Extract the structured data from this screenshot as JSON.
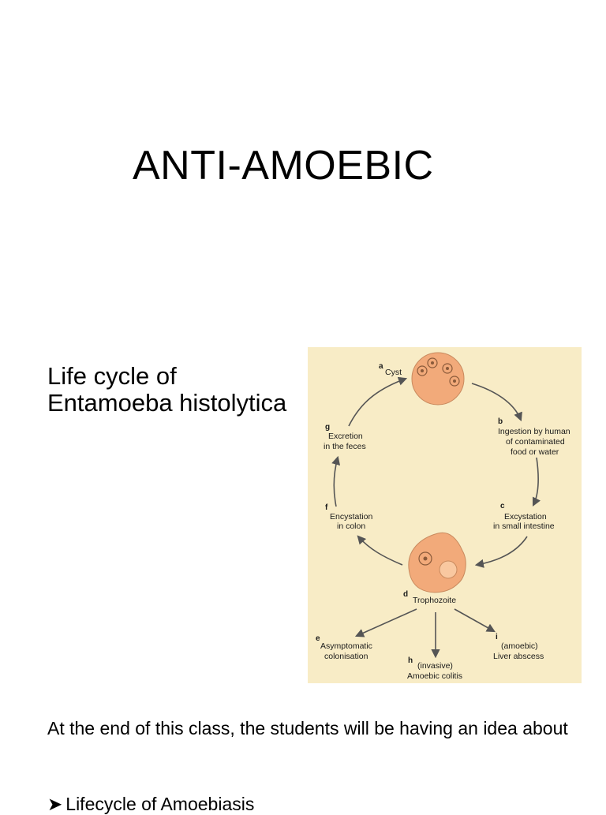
{
  "title": "ANTI-AMOEBIC",
  "subtitle": {
    "line1": "Life cycle of",
    "line2": "Entamoeba histolytica"
  },
  "diagram": {
    "background": "#f8ecc6",
    "cell_color": "#f2aa7a",
    "stages": {
      "a": {
        "letter": "a",
        "lines": [
          "Cyst"
        ]
      },
      "b": {
        "letter": "b",
        "lines": [
          "Ingestion by human",
          "of contaminated",
          "food or water"
        ]
      },
      "c": {
        "letter": "c",
        "lines": [
          "Excystation",
          "in small intestine"
        ]
      },
      "d": {
        "letter": "d",
        "lines": [
          "Trophozoite"
        ]
      },
      "e": {
        "letter": "e",
        "lines": [
          "Asymptomatic",
          "colonisation"
        ]
      },
      "f": {
        "letter": "f",
        "lines": [
          "Encystation",
          "in colon"
        ]
      },
      "g": {
        "letter": "g",
        "lines": [
          "Excretion",
          "in the feces"
        ]
      },
      "h": {
        "letter": "h",
        "lines": [
          "(invasive)",
          "Amoebic colitis"
        ]
      },
      "i": {
        "letter": "i",
        "lines": [
          "(amoebic)",
          "Liver abscess"
        ]
      }
    }
  },
  "intro": "At the end of this class, the students will be having an idea about",
  "bullets": [
    {
      "icon": "arrow-bullet-icon",
      "symbol": "➤",
      "text": "Lifecycle of Amoebiasis"
    }
  ]
}
